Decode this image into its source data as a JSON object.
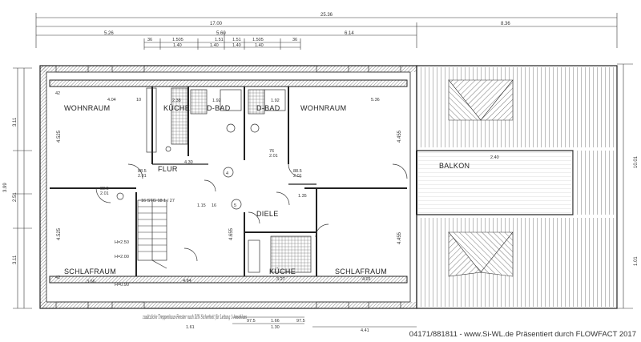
{
  "dimensions": {
    "top_overall": "25.36",
    "top_main": "17.00",
    "top_right": "8.36",
    "top_mid": "5.60",
    "top_left_seg": "5.26",
    "top_right_seg": "6.14",
    "seg_36a": "36",
    "seg_36b": "36",
    "seg_1505a": "1.505",
    "seg_1505b": "1.505",
    "seg_151a": "1.51",
    "seg_151b": "1.51",
    "seg_140a": "1.40",
    "seg_140b": "1.40",
    "seg_140c": "1.40",
    "seg_140d": "1.40",
    "left_311a": "3.11",
    "left_399": "3.99",
    "left_251": "2.51",
    "left_311b": "3.11",
    "left_4525": "4.525",
    "left_4525b": "4.525",
    "right_1001": "10.01",
    "right_101": "1.01",
    "right_4455": "4.455",
    "right_4455b": "4.455",
    "mid_4655": "4.655",
    "bottom_166": "1.66",
    "bottom_130": "1.30",
    "bottom_975a": "97.5",
    "bottom_975b": "97.5",
    "bottom_441": "4.41",
    "bottom_161": "1.61"
  },
  "rooms": {
    "wohnraum_left": "WOHNRAUM",
    "kueche_top": "KÜCHE",
    "dbad_left": "D-BAD",
    "dbad_right": "D-BAD",
    "wohnraum_right": "WOHNRAUM",
    "flur": "FLUR",
    "balkon": "BALKON",
    "diele": "DIELE",
    "schlafraum_left": "SCHLAFRAUM",
    "kueche_bottom": "KÜCHE",
    "schlafraum_right": "SCHLAFRAUM"
  },
  "labels": {
    "wohn_left_area": "4.04",
    "wohn_right_area": "5.36",
    "kueche_top_w": "2.38",
    "dbad_left_w": "1.92",
    "dbad_right_w": "1.92",
    "flur_w": "4.30",
    "schlaf_left_area": "3.66",
    "schlaf_right_area": "4.01",
    "kueche_bottom_area": "3.27",
    "h250": "H=2.50",
    "h200": "H=2.00",
    "h090": "H=0.90",
    "stair": "16 STG 18.1 / 27",
    "door_885a": "88.5",
    "door_201a": "2.01",
    "door_885b": "88.5",
    "door_201b": "2.01",
    "door_885c": "88.5",
    "door_201c": "2.01",
    "door_76a": "76",
    "door_201d": "2.01",
    "circle_4": "4",
    "circle_5": "5",
    "balkon_240": "2.40",
    "dim_464": "4.64",
    "dim_115": "1.15",
    "dim_135": "1.35",
    "dim_16": "16",
    "dim_42a": "42",
    "dim_42b": "42",
    "dim_10": "10"
  },
  "handwritten_note": "zusätzliche Treppenhaus-Fenster nach DIN Sicherheit für Leitung 1 Anschluss",
  "footer": "04171/881811 - www.Si-WL.de Präsentiert durch FLOWFACT 2017"
}
